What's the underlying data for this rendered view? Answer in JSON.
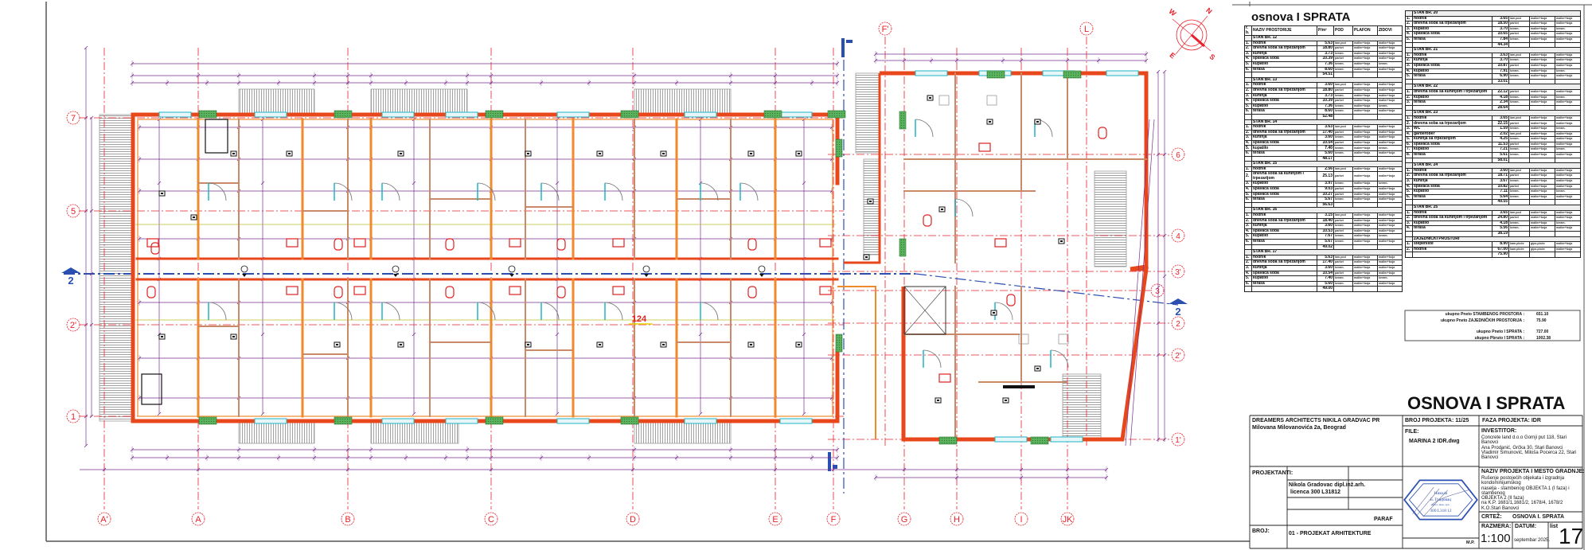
{
  "drawing": {
    "title": "OSNOVA I SPRATA",
    "room_label_highlight": "124",
    "grid_bottom": [
      "A'",
      "A",
      "B",
      "C",
      "D",
      "E",
      "F",
      "G",
      "H",
      "I",
      "JK"
    ],
    "grid_top": [
      "F'",
      "L"
    ],
    "grid_left": [
      "7",
      "5",
      "2'",
      "1"
    ],
    "grid_right": [
      "6",
      "4",
      "3'",
      "3",
      "2",
      "2'",
      "1'"
    ],
    "section_marks": [
      "2",
      "2"
    ],
    "compass_letters": [
      "N",
      "S",
      "E",
      "W"
    ]
  },
  "room_table": {
    "title": "osnova I SPRATA",
    "headers": [
      "r.b.",
      "NAZIV PROSTORIJE",
      "P/m²",
      "POD",
      "PLAFON",
      "ZIDOVI"
    ],
    "units_left": [
      {
        "name": "STAN BR. 12",
        "rooms": [
          [
            "1.",
            "hodnik",
            "5.63",
            "lam.pod",
            "malter+boja",
            "malter+boja"
          ],
          [
            "2.",
            "dnevna soba sa trpezarijom",
            "18.80",
            "parket",
            "malter+boja",
            "malter+boja"
          ],
          [
            "3.",
            "kuhinja",
            "3.73",
            "keram.",
            "malter+boja",
            "malter+boja"
          ],
          [
            "4.",
            "spavaća soba",
            "10.39",
            "parket",
            "malter+boja",
            "malter+boja"
          ],
          [
            "5.",
            "kupatilo",
            "7.36",
            "keram.",
            "malter+boja",
            "keram."
          ],
          [
            "6.",
            "terasa",
            "8.60",
            "keram.",
            "malter+boja",
            "malter+boja"
          ]
        ],
        "total": "54.51"
      },
      {
        "name": "STAN BR. 13",
        "rooms": [
          [
            "1.",
            "hodnik",
            "3.60",
            "lam.pod",
            "malter+boja",
            "malter+boja"
          ],
          [
            "2.",
            "dnevna soba sa trpezarijom",
            "18.80",
            "parket",
            "malter+boja",
            "malter+boja"
          ],
          [
            "3.",
            "kuhinja",
            "3.73",
            "keram.",
            "malter+boja",
            "malter+boja"
          ],
          [
            "4.",
            "spavaća soba",
            "10.39",
            "parket",
            "malter+boja",
            "malter+boja"
          ],
          [
            "5.",
            "kupatilo",
            "7.36",
            "keram.",
            "malter+boja",
            "keram."
          ],
          [
            "6.",
            "terasa",
            "8.60",
            "keram.",
            "malter+boja",
            "malter+boja"
          ]
        ],
        "total": "52.48"
      },
      {
        "name": "STAN BR. 14",
        "rooms": [
          [
            "1.",
            "hodnik",
            "3.63",
            "lam.pod",
            "malter+boja",
            "malter+boja"
          ],
          [
            "2.",
            "dnevna soba sa trpezarijom",
            "17.40",
            "parket",
            "malter+boja",
            "malter+boja"
          ],
          [
            "3.",
            "kuhinja",
            "3.60",
            "keram.",
            "malter+boja",
            "malter+boja"
          ],
          [
            "4.",
            "spavaća soba",
            "10.54",
            "parket",
            "malter+boja",
            "malter+boja"
          ],
          [
            "5.",
            "kupatilo",
            "7.40",
            "keram.",
            "malter+boja",
            "keram."
          ],
          [
            "6.",
            "terasa",
            "5.60",
            "keram.",
            "malter+boja",
            "malter+boja"
          ]
        ],
        "total": "48.17"
      },
      {
        "name": "STAN BR. 15",
        "rooms": [
          [
            "1.",
            "hodnik",
            "2.56",
            "lam.pod",
            "malter+boja",
            "malter+boja"
          ],
          [
            "2.",
            "dnevna soba sa kuhinjom i trpezarijom",
            "25.13",
            "parket",
            "malter+boja",
            "malter+boja"
          ],
          [
            "3.",
            "kupatilo",
            "3.97",
            "keram.",
            "malter+boja",
            "keram."
          ],
          [
            "4.",
            "spavaća soba",
            "9.03",
            "parket",
            "malter+boja",
            "malter+boja"
          ],
          [
            "5.",
            "spavaća soba",
            "10.27",
            "parket",
            "malter+boja",
            "malter+boja"
          ],
          [
            "6.",
            "terasa",
            "5.67",
            "keram.",
            "malter+boja",
            "malter+boja"
          ]
        ],
        "total": "56.63"
      },
      {
        "name": "STAN BR. 16",
        "rooms": [
          [
            "1.",
            "hodnik",
            "3.15",
            "lam.pod",
            "malter+boja",
            "malter+boja"
          ],
          [
            "2.",
            "dnevna soba sa trpezarijom",
            "18.40",
            "parket",
            "malter+boja",
            "malter+boja"
          ],
          [
            "3.",
            "kuhinja",
            "3.60",
            "keram.",
            "malter+boja",
            "malter+boja"
          ],
          [
            "4.",
            "spavaća soba",
            "10.53",
            "parket",
            "malter+boja",
            "malter+boja"
          ],
          [
            "5.",
            "kupatilo",
            "7.67",
            "keram.",
            "malter+boja",
            "keram."
          ],
          [
            "6.",
            "terasa",
            "5.67",
            "keram.",
            "malter+boja",
            "malter+boja"
          ]
        ],
        "total": "49.02"
      },
      {
        "name": "STAN BR. 17",
        "rooms": [
          [
            "1.",
            "hodnik",
            "5.63",
            "lam.pod",
            "malter+boja",
            "malter+boja"
          ],
          [
            "2.",
            "dnevna soba sa trpezarijom",
            "17.40",
            "parket",
            "malter+boja",
            "malter+boja"
          ],
          [
            "3.",
            "kuhinja",
            "3.60",
            "keram.",
            "malter+boja",
            "malter+boja"
          ],
          [
            "4.",
            "spavaća soba",
            "10.54",
            "parket",
            "malter+boja",
            "malter+boja"
          ],
          [
            "5.",
            "kupatilo",
            "7.40",
            "keram.",
            "malter+boja",
            "keram."
          ],
          [
            "6.",
            "terasa",
            "5.60",
            "keram.",
            "malter+boja",
            "malter+boja"
          ]
        ],
        "total": "49.00"
      }
    ],
    "units_right": [
      {
        "name": "STAN BR. 20",
        "rooms": [
          [
            "1.",
            "hodnik",
            "3.65",
            "lam.pod",
            "malter+boja",
            "malter+boja"
          ],
          [
            "2.",
            "dnevna soba sa trpezarijom",
            "18.50",
            "parket",
            "malter+boja",
            "malter+boja"
          ],
          [
            "3.",
            "kupatilo",
            "3.70",
            "keram.",
            "malter+boja",
            "keram."
          ],
          [
            "4.",
            "spavaća soba",
            "10.65",
            "parket",
            "malter+boja",
            "malter+boja"
          ],
          [
            "5.",
            "terasa",
            "7.84",
            "keram.",
            "malter+boja",
            "malter+boja"
          ]
        ],
        "total": "44.34"
      },
      {
        "name": "STAN BR. 21",
        "rooms": [
          [
            "1.",
            "hodnik",
            "3.63",
            "lam.pod",
            "malter+boja",
            "malter+boja"
          ],
          [
            "2.",
            "kuhinja",
            "3.70",
            "keram.",
            "malter+boja",
            "malter+boja"
          ],
          [
            "3.",
            "spavaća soba",
            "10.87",
            "parket",
            "malter+boja",
            "malter+boja"
          ],
          [
            "4.",
            "kupatilo",
            "7.91",
            "keram.",
            "malter+boja",
            "keram."
          ],
          [
            "5.",
            "terasa",
            "6.90",
            "keram.",
            "malter+boja",
            "malter+boja"
          ]
        ],
        "total": "33.01"
      },
      {
        "name": "STAN BR. 22",
        "rooms": [
          [
            "1.",
            "dnevna soba sa kuhinjom i trpezarijom",
            "22.12",
            "parket",
            "malter+boja",
            "malter+boja"
          ],
          [
            "2.",
            "kupatilo",
            "4.18",
            "keram.",
            "malter+boja",
            "keram."
          ],
          [
            "3.",
            "terasa",
            "2.34",
            "keram.",
            "malter+boja",
            "malter+boja"
          ]
        ],
        "total": "28.64"
      },
      {
        "name": "STAN BR. 23",
        "rooms": [
          [
            "1.",
            "hodnik",
            "3.65",
            "lam.pod",
            "malter+boja",
            "malter+boja"
          ],
          [
            "2.",
            "dnevna soba sa trpezarijom",
            "22.15",
            "parket",
            "malter+boja",
            "malter+boja"
          ],
          [
            "3.",
            "WC",
            "1.59",
            "keram.",
            "malter+boja",
            "keram."
          ],
          [
            "4.",
            "garderober",
            "2.02",
            "lam.pod",
            "malter+boja",
            "malter+boja"
          ],
          [
            "5.",
            "kuhinja sa trpezarijom",
            "4.25",
            "keram.",
            "malter+boja",
            "malter+boja"
          ],
          [
            "6.",
            "spavaća soba",
            "11.53",
            "parket",
            "malter+boja",
            "malter+boja"
          ],
          [
            "7.",
            "kupatilo",
            "7.21",
            "keram.",
            "malter+boja",
            "keram."
          ],
          [
            "8.",
            "terasa",
            "5.61",
            "keram.",
            "malter+boja",
            "malter+boja"
          ]
        ],
        "total": "58.01"
      },
      {
        "name": "STAN BR. 24",
        "rooms": [
          [
            "1.",
            "hodnik",
            "3.60",
            "lam.pod",
            "malter+boja",
            "malter+boja"
          ],
          [
            "2.",
            "dnevna soba sa trpezarijom",
            "18.71",
            "parket",
            "malter+boja",
            "malter+boja"
          ],
          [
            "3.",
            "kuhinja",
            "3.67",
            "keram.",
            "malter+boja",
            "malter+boja"
          ],
          [
            "4.",
            "spavaća soba",
            "10.82",
            "parket",
            "malter+boja",
            "malter+boja"
          ],
          [
            "5.",
            "kupatilo",
            "7.11",
            "keram.",
            "malter+boja",
            "keram."
          ],
          [
            "6.",
            "terasa",
            "5.64",
            "keram.",
            "malter+boja",
            "malter+boja"
          ]
        ],
        "total": "49.55"
      },
      {
        "name": "STAN BR. 25",
        "rooms": [
          [
            "1.",
            "hodnik",
            "3.65",
            "lam.pod",
            "malter+boja",
            "malter+boja"
          ],
          [
            "2.",
            "dnevna soba sa kuhinjom i trpezarijom",
            "24.80",
            "parket",
            "malter+boja",
            "malter+boja"
          ],
          [
            "3.",
            "kupatilo",
            "4.18",
            "keram.",
            "malter+boja",
            "keram."
          ],
          [
            "4.",
            "terasa",
            "5.56",
            "keram.",
            "malter+boja",
            "malter+boja"
          ]
        ],
        "total": "38.19"
      },
      {
        "name": "ZAJEDNIČKI PROSTORI",
        "rooms": [
          [
            "1.",
            "stepenište",
            "8.90",
            "kam.ploče",
            "gips.ploče",
            "malter+boja"
          ],
          [
            "2.",
            "hodnik",
            "67.00",
            "kam.ploče",
            "gips.ploče",
            "malter+boja"
          ]
        ],
        "total": "75.90"
      }
    ],
    "summary": [
      {
        "label": "ukupno Pneto STAMBENOG PROSTORA :",
        "value": "651.10"
      },
      {
        "label": "ukupno Pneto ZAJEDNIČKIH PROSTORIJA :",
        "value": "75.90"
      },
      {
        "label": "ukupno Pneto I SPRATA :",
        "value": "727.00"
      },
      {
        "label": "ukupno Pbruto I SPRATA :",
        "value": "1002.38"
      }
    ]
  },
  "title_block": {
    "firm_name": "DREAMERS ARCHITECTS NIKILA GRADVAC PR",
    "firm_address": "Milovana Milovanovića 2a, Beograd",
    "project_number": "BROJ PROJEKTA: 11/25",
    "project_phase": "FAZA PROJEKTA: IDR",
    "file_label": "FILE:",
    "file_name": "MARINA 2 IDR.dwg",
    "investor_label": "INVESTITOR:",
    "investor_lines": [
      "Concrete land d.o.o Gornji put 118, Stari Banovci",
      "Ana Prodanić, Grčka 30, Stari Banovci",
      "Vladimir Šimunović, Miloša Pocerca 22, Stari Banovci"
    ],
    "designers_label": "PROJEKTANTI:",
    "designer_name": "Nikola Gradovac dipl.inž.arh.",
    "designer_license": "licenca 300 L31812",
    "paraf_label": "PARAF",
    "broj_label": "BROJ:",
    "part_name": "01 - PROJEKAT ARHITEKTURE",
    "project_name_label": "NAZIV PROJEKTA I MESTO GRADNJE:",
    "project_name_lines": [
      "Rušenje postojećih objekata i izgradnja kondominijumskog",
      "naselja - stambenog OBJEKTA 1 (I faza) i stambenog",
      "OBJEKTA 2 (II faza)",
      "na K.P. 1681/1,1681/2, 1678/4, 1678/2 K.O.Stari Banovci"
    ],
    "drawing_label": "CRTEŽ:",
    "drawing_name": "OSNOVA I. SPRATA",
    "scale_label": "RAZMERA:",
    "scale_value": "1:100",
    "date_label": "DATUM:",
    "date_value": "septembar 2025.",
    "sheet_label": "list",
    "sheet_number": "17",
    "stamp_label": "M.P.",
    "stamp_text": [
      "ИНЖЕЊЕРСКА КОМОРА СРБИЈЕ",
      "Никола",
      "Б. Градовац",
      "дипл. инж. арх.",
      "300 L318 12",
      "ОДГОВОРНИ ПРОЈЕКТАНТ"
    ]
  },
  "colors": {
    "wall": "#e8471c",
    "wall_inner": "#f08a2c",
    "grid": "#e8202a",
    "dimension": "#7a2f8f",
    "section": "#2a4fb0",
    "window": "#1fb5c4",
    "green": "#4aa84f"
  }
}
